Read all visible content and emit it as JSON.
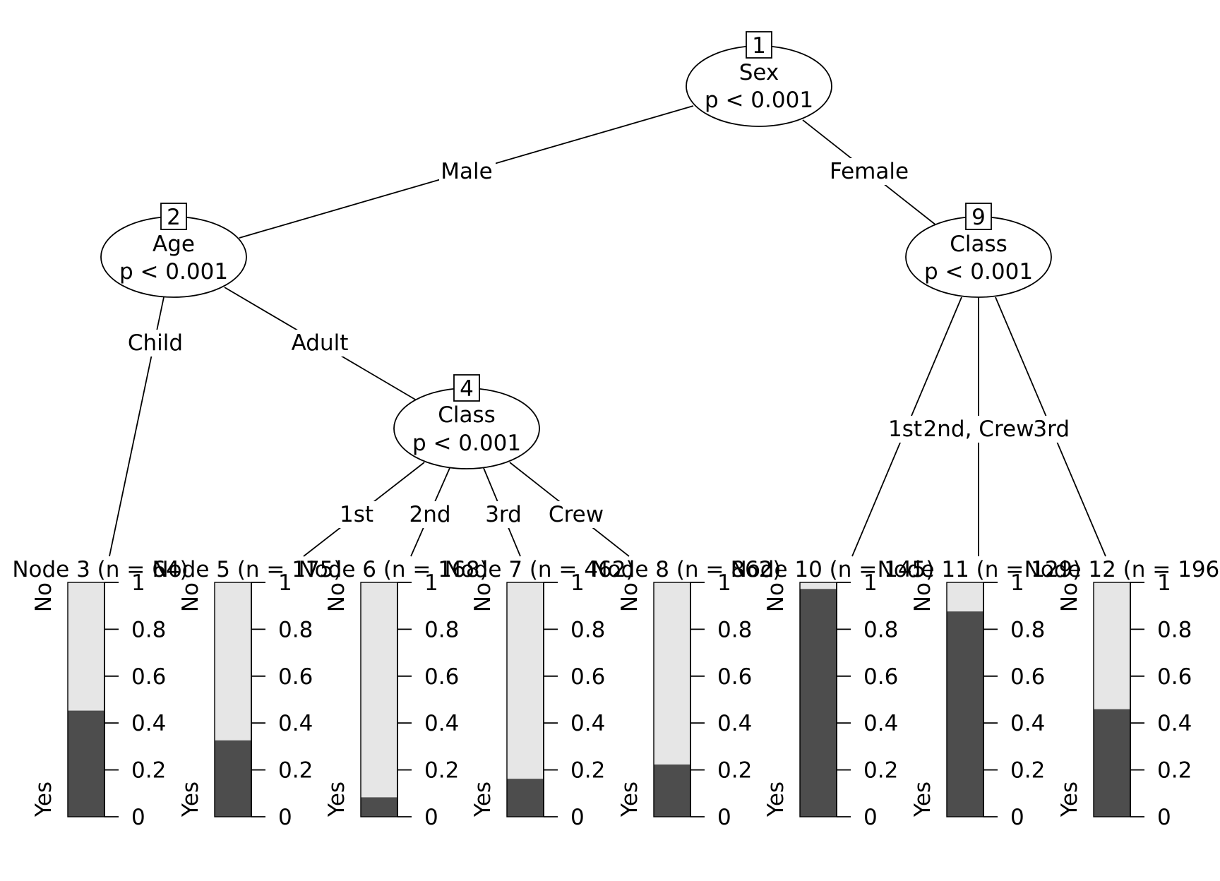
{
  "colors": {
    "no": "#e6e6e6",
    "yes": "#4d4d4d",
    "stroke": "#000000"
  },
  "inner_nodes": [
    {
      "id": "1",
      "variable": "Sex",
      "pvalue": "p < 0.001"
    },
    {
      "id": "2",
      "variable": "Age",
      "pvalue": "p < 0.001"
    },
    {
      "id": "4",
      "variable": "Class",
      "pvalue": "p < 0.001"
    },
    {
      "id": "9",
      "variable": "Class",
      "pvalue": "p < 0.001"
    }
  ],
  "edge_labels": {
    "male": "Male",
    "female": "Female",
    "child": "Child",
    "adult": "Adult",
    "c1st": "1st",
    "c2nd": "2nd",
    "c3rd": "3rd",
    "crew": "Crew",
    "f1st": "1st",
    "f2nd_crew": "2nd, Crew",
    "f3rd": "3rd"
  },
  "terminal_nodes": [
    {
      "title": "Node 3 (n = 64)",
      "yes_fraction": 0.453
    },
    {
      "title": "Node 5 (n = 175)",
      "yes_fraction": 0.326
    },
    {
      "title": "Node 6 (n = 168)",
      "yes_fraction": 0.083
    },
    {
      "title": "Node 7 (n = 462)",
      "yes_fraction": 0.162
    },
    {
      "title": "Node 8 (n = 862)",
      "yes_fraction": 0.223
    },
    {
      "title": "Node 10 (n = 145)",
      "yes_fraction": 0.972
    },
    {
      "title": "Node 11 (n = 129)",
      "yes_fraction": 0.876
    },
    {
      "title": "Node 12 (n = 196)",
      "yes_fraction": 0.459
    }
  ],
  "bar_axis": {
    "ticks": [
      "0",
      "0.2",
      "0.4",
      "0.6",
      "0.8",
      "1"
    ],
    "top_label": "No",
    "bottom_label": "Yes"
  }
}
